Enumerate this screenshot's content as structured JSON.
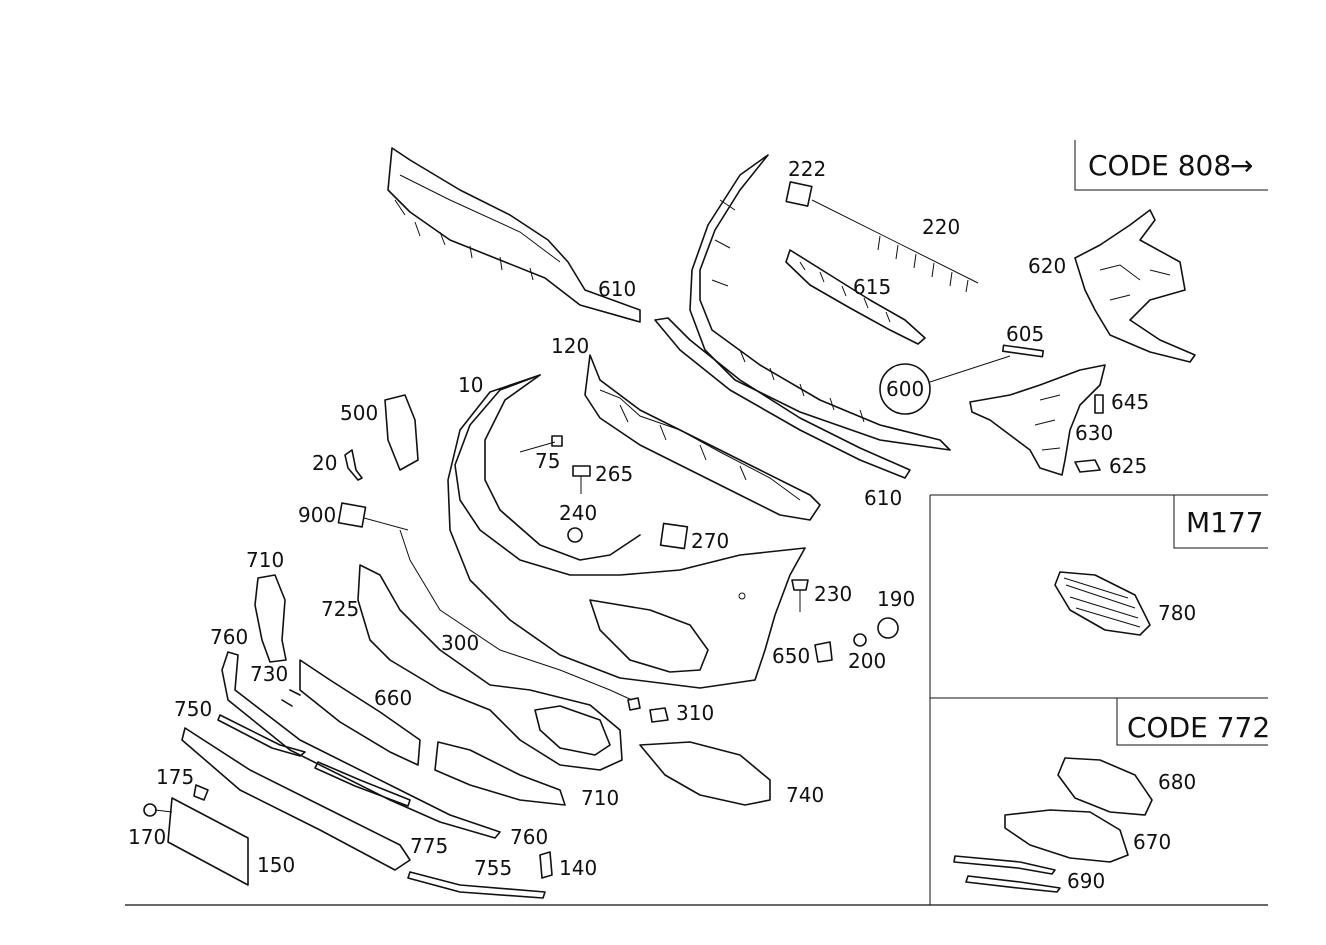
{
  "codes": {
    "code_808": "CODE 808",
    "arrow": "→",
    "m177": "M177",
    "code_772": "CODE 772"
  },
  "labels": {
    "p222": "222",
    "p220": "220",
    "p615": "615",
    "p610_top": "610",
    "p620": "620",
    "p605": "605",
    "p600": "600",
    "p645": "645",
    "p630": "630",
    "p625": "625",
    "p120": "120",
    "p10": "10",
    "p500": "500",
    "p20": "20",
    "p75": "75",
    "p265": "265",
    "p610_mid": "610",
    "p900": "900",
    "p240": "240",
    "p270": "270",
    "p710_top": "710",
    "p230": "230",
    "p190": "190",
    "p725": "725",
    "p760_left": "760",
    "p300": "300",
    "p650": "650",
    "p200": "200",
    "p730": "730",
    "p660": "660",
    "p750": "750",
    "p310": "310",
    "p175": "175",
    "p710_bottom": "710",
    "p740": "740",
    "p170": "170",
    "p775": "775",
    "p760_bottom": "760",
    "p150": "150",
    "p755": "755",
    "p140": "140",
    "p780": "780",
    "p680": "680",
    "p670": "670",
    "p690": "690"
  }
}
